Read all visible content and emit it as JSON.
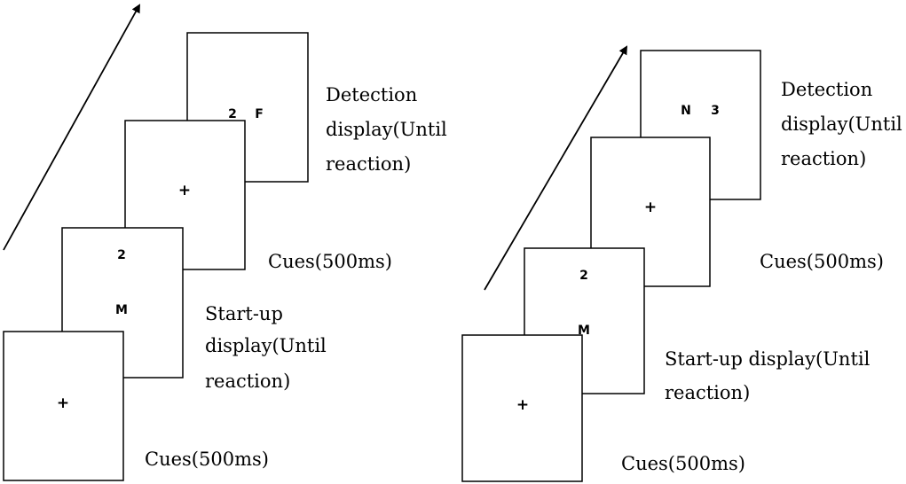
{
  "left_panel": {
    "cue_1": {
      "symbol": "+",
      "caption": "Cues(500ms)"
    },
    "startup": {
      "top": "2",
      "bottom": "M",
      "caption_lines": [
        "Start-up",
        "display(Until",
        "reaction)"
      ]
    },
    "cue_2": {
      "symbol": "+",
      "caption": "Cues(500ms)"
    },
    "detection": {
      "left": "2",
      "right": "F",
      "caption_lines": [
        "Detection",
        "display(Until",
        "reaction)"
      ]
    }
  },
  "right_panel": {
    "cue_1": {
      "symbol": "+",
      "caption": "Cues(500ms)"
    },
    "startup": {
      "top": "2",
      "bottom": "M",
      "caption_lines": [
        "Start-up display(Until",
        "reaction)"
      ]
    },
    "cue_2": {
      "symbol": "+",
      "caption": "Cues(500ms)"
    },
    "detection": {
      "left": "N",
      "right": "3",
      "caption_lines": [
        "Detection",
        "display(Until",
        "reaction)"
      ]
    }
  }
}
